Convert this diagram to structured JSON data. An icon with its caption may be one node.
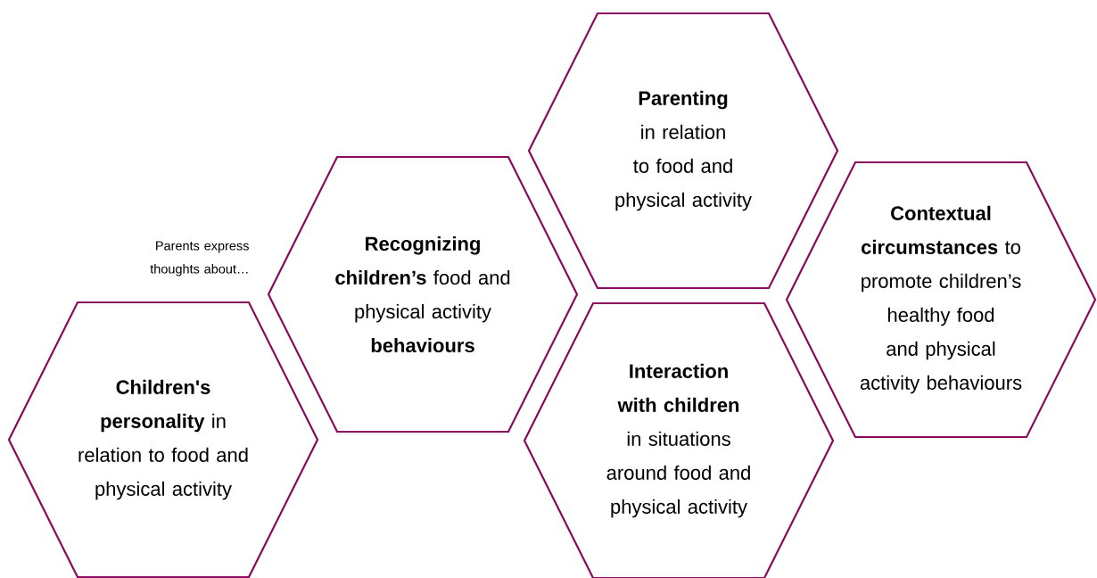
{
  "diagram": {
    "nodes": [
      {
        "text": [
          "**Children's personality** in relation to food and physical activity"
        ]
      },
      {
        "text": [
          "**Recognizing children’s** food and physical activity **behaviours**"
        ]
      },
      {
        "text": [
          "**Parenting** in relation to food and physical activity"
        ]
      },
      {
        "text": [
          "**Interaction with children** in situations around food and physical activity"
        ]
      },
      {
        "text": [
          "**Contextual circumstances** to promote children’s healthy food and physical activity behaviours"
        ]
      }
    ],
    "labels": [
      "Parents express thoughts about…"
    ]
  }
}
